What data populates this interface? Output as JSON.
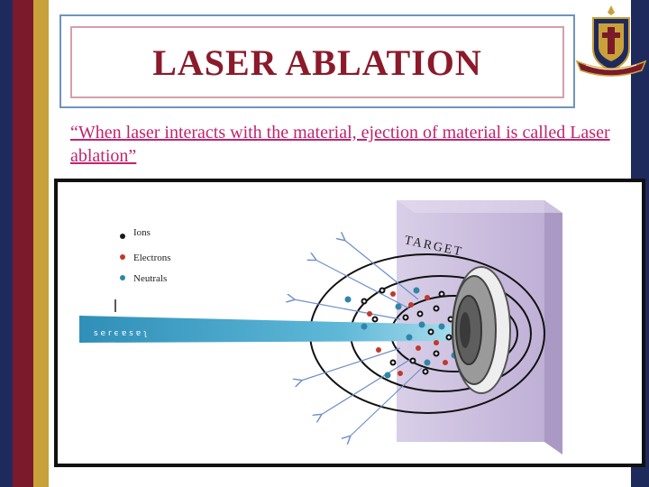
{
  "slide": {
    "title": "LASER ABLATION",
    "subtitle": "“When laser interacts with the material, ejection of material is called Laser ablation”"
  },
  "diagram": {
    "legend": [
      {
        "label": "Ions",
        "color": "#1a1a1a"
      },
      {
        "label": "Electrons",
        "color": "#c0392b"
      },
      {
        "label": "Neutrals",
        "color": "#2e86a8"
      }
    ],
    "target_label": "TARGET",
    "beam_label": "s e r ϵ ɐ s ɐ ʅ"
  },
  "colors": {
    "title": "#8b1a2a",
    "subtitle": "#c0246e",
    "target": "#cfc2e0",
    "beam": "#3b9cc4"
  }
}
